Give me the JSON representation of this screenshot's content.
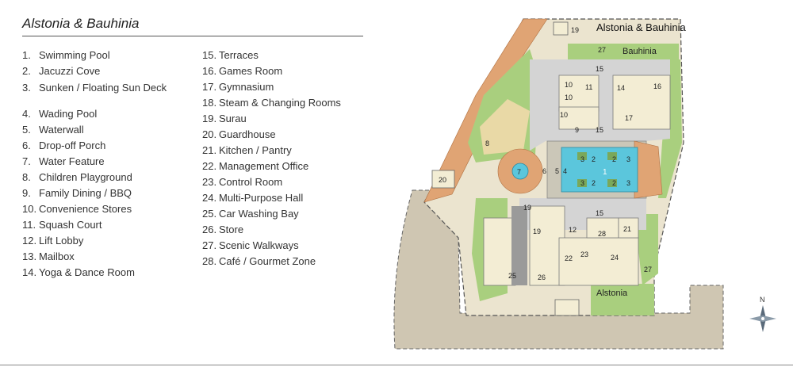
{
  "title": "Alstonia & Bauhinia",
  "legend": [
    {
      "num": "1.",
      "label": "Swimming Pool"
    },
    {
      "num": "2.",
      "label": "Jacuzzi Cove"
    },
    {
      "num": "3.",
      "label": "Sunken / Floating Sun Deck"
    },
    {
      "num": "4.",
      "label": "Wading Pool"
    },
    {
      "num": "5.",
      "label": "Waterwall"
    },
    {
      "num": "6.",
      "label": "Drop-off Porch"
    },
    {
      "num": "7.",
      "label": "Water Feature"
    },
    {
      "num": "8.",
      "label": "Children Playground"
    },
    {
      "num": "9.",
      "label": "Family Dining / BBQ"
    },
    {
      "num": "10.",
      "label": "Convenience Stores"
    },
    {
      "num": "11.",
      "label": "Squash Court"
    },
    {
      "num": "12.",
      "label": "Lift Lobby"
    },
    {
      "num": "13.",
      "label": "Mailbox"
    },
    {
      "num": "14.",
      "label": "Yoga & Dance Room"
    },
    {
      "num": "15.",
      "label": "Terraces"
    },
    {
      "num": "16.",
      "label": "Games Room"
    },
    {
      "num": "17.",
      "label": "Gymnasium"
    },
    {
      "num": "18.",
      "label": "Steam & Changing Rooms"
    },
    {
      "num": "19.",
      "label": "Surau"
    },
    {
      "num": "20.",
      "label": "Guardhouse"
    },
    {
      "num": "21.",
      "label": "Kitchen / Pantry"
    },
    {
      "num": "22.",
      "label": "Management Office"
    },
    {
      "num": "23.",
      "label": "Control Room"
    },
    {
      "num": "24.",
      "label": "Multi-Purpose Hall"
    },
    {
      "num": "25.",
      "label": "Car Washing Bay"
    },
    {
      "num": "26.",
      "label": "Store"
    },
    {
      "num": "27.",
      "label": "Scenic Walkways"
    },
    {
      "num": "28.",
      "label": "Café / Gourmet Zone"
    }
  ],
  "map": {
    "heading": "Alstonia & Bauhinia",
    "labels": {
      "bauhinia": "Bauhinia",
      "alstonia": "Alstonia",
      "compass_n": "N",
      "n1": "1",
      "n2": "2",
      "n3": "3",
      "n4": "4",
      "n5": "5",
      "n6": "6",
      "n7": "7",
      "n8": "8",
      "n9": "9",
      "n10": "10",
      "n11": "11",
      "n12": "12",
      "n14": "14",
      "n15": "15",
      "n16": "16",
      "n17": "17",
      "n19": "19",
      "n20": "20",
      "n21": "21",
      "n22": "22",
      "n23": "23",
      "n24": "24",
      "n25": "25",
      "n26": "26",
      "n27": "27",
      "n28": "28"
    },
    "colors": {
      "green": "#a9cf7e",
      "pool": "#5bc6dc",
      "paving": "#d4d4d4",
      "building": "#f3edd4",
      "deck": "#e0a474",
      "road": "#cfc6b2"
    }
  }
}
